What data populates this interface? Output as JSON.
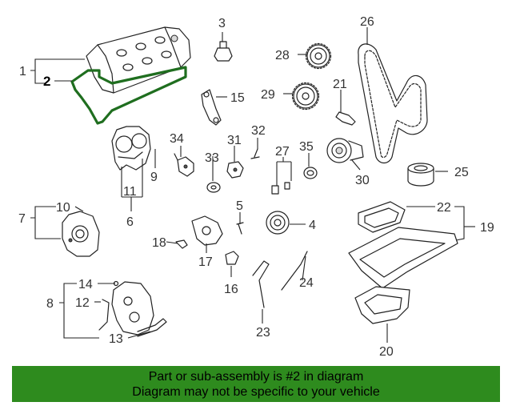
{
  "labels": {
    "n1": "1",
    "n2": "2",
    "n3": "3",
    "n4": "4",
    "n5": "5",
    "n6": "6",
    "n7": "7",
    "n8": "8",
    "n9": "9",
    "n10": "10",
    "n11": "11",
    "n12": "12",
    "n13": "13",
    "n14": "14",
    "n15": "15",
    "n16": "16",
    "n17": "17",
    "n18": "18",
    "n19": "19",
    "n20": "20",
    "n21": "21",
    "n22": "22",
    "n23": "23",
    "n24": "24",
    "n25": "25",
    "n26": "26",
    "n27": "27",
    "n28": "28",
    "n29": "29",
    "n30": "30",
    "n31": "31",
    "n32": "32",
    "n33": "33",
    "n34": "34",
    "n35": "35"
  },
  "banner": {
    "line1": "Part or sub-assembly is #2 in diagram",
    "line2": "Diagram may not be specific to your vehicle"
  },
  "colors": {
    "banner_bg": "#2e8b1e",
    "highlight": "#1f6e1f"
  }
}
